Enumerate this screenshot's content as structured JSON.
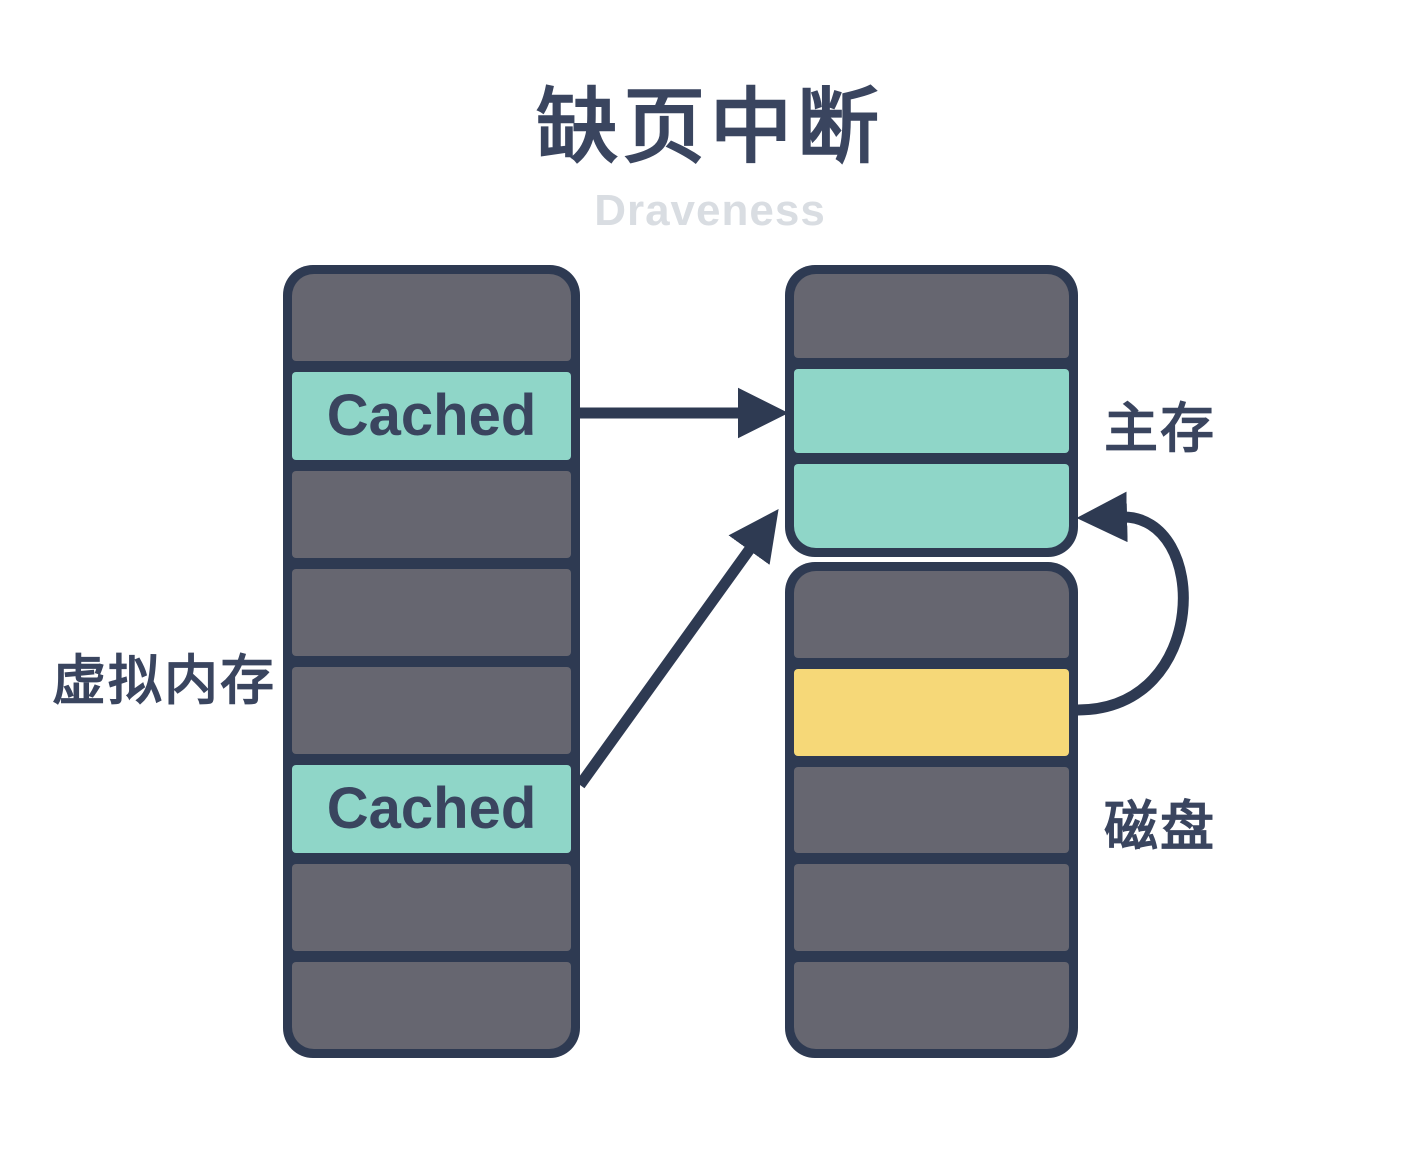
{
  "title": "缺页中断",
  "watermark": "Draveness",
  "colors": {
    "navy": "#2E3A52",
    "text": "#3A455F",
    "gray": "#666670",
    "teal": "#8FD6C8",
    "yellow": "#F6D878",
    "watermark": "#D9DDE2",
    "background": "#FFFFFF"
  },
  "virtual_memory": {
    "label": "虚拟内存",
    "segments": [
      {
        "color": "gray"
      },
      {
        "color": "teal",
        "label": "Cached"
      },
      {
        "color": "gray"
      },
      {
        "color": "gray"
      },
      {
        "color": "gray"
      },
      {
        "color": "teal",
        "label": "Cached"
      },
      {
        "color": "gray"
      },
      {
        "color": "gray"
      }
    ]
  },
  "main_memory": {
    "label": "主存",
    "segments": [
      {
        "color": "gray"
      },
      {
        "color": "teal"
      },
      {
        "color": "teal"
      }
    ]
  },
  "disk": {
    "label": "磁盘",
    "segments": [
      {
        "color": "gray"
      },
      {
        "color": "yellow"
      },
      {
        "color": "gray"
      },
      {
        "color": "gray"
      },
      {
        "color": "gray"
      }
    ]
  }
}
